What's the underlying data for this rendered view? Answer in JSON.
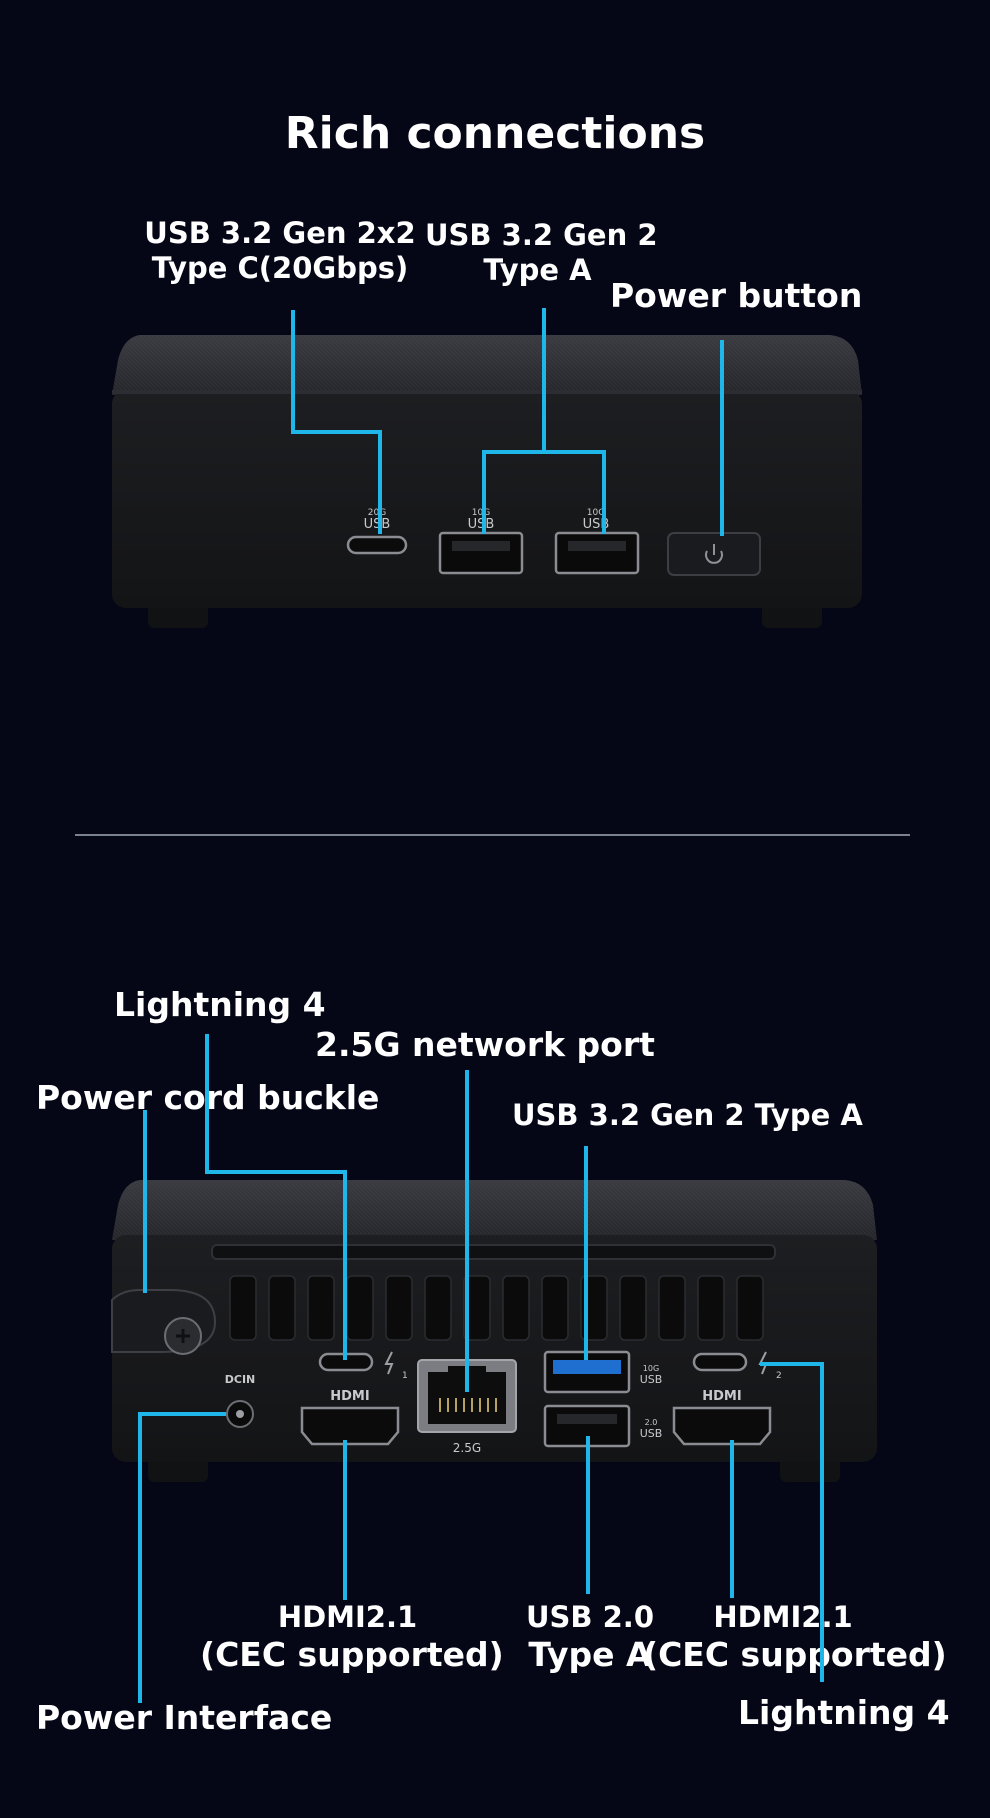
{
  "title": "Rich connections",
  "top": {
    "usb_c_label": [
      "USB 3.2 Gen 2x2",
      "Type C(20Gbps)"
    ],
    "usb_a_label": [
      "USB 3.2 Gen 2",
      "Type A"
    ],
    "power_button_label": "Power button",
    "port_marks": {
      "usb_c": [
        "20G",
        "USB"
      ],
      "usb_a_1": [
        "10G",
        "USB"
      ],
      "usb_a_2": [
        "10G",
        "USB"
      ]
    }
  },
  "bottom": {
    "lightning_left_label": "Lightning 4",
    "network_label": "2.5G network port",
    "power_cord_label": "Power cord buckle",
    "usb_a_label": "USB 3.2 Gen 2 Type A",
    "hdmi_left_label": [
      "HDMI2.1",
      "(CEC supported)"
    ],
    "usb20_label": [
      "USB 2.0",
      "Type A"
    ],
    "hdmi_right_label": [
      "HDMI2.1",
      "(CEC supported)"
    ],
    "power_interface_label": "Power Interface",
    "lightning_right_label": "Lightning 4",
    "port_marks": {
      "dcin": "DCIN",
      "hdmi_left": "HDMI",
      "hdmi_right": "HDMI",
      "lan": "2.5G",
      "usb_10g": [
        "10G",
        "USB"
      ],
      "usb_20": [
        "2.0",
        "USB"
      ],
      "tb_1": "1",
      "tb_2": "2"
    }
  },
  "colors": {
    "background": "#050716",
    "callout": "#1fb6ea",
    "device": "#1b1c1f",
    "usb3_blue": "#1e6fd0"
  }
}
